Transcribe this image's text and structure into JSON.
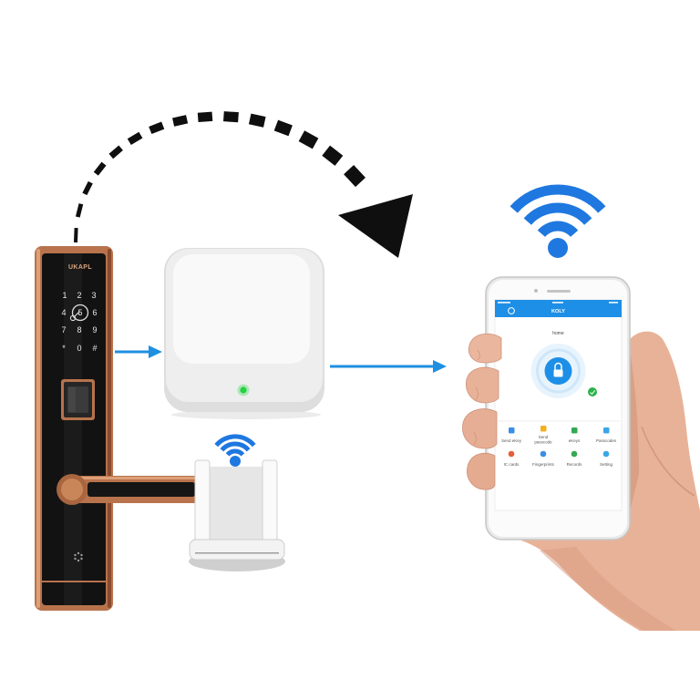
{
  "lock": {
    "brand_logo": "UKAPL",
    "keypad_rows": [
      [
        "1",
        "2",
        "3"
      ],
      [
        "4",
        "5",
        "6"
      ],
      [
        "7",
        "8",
        "9"
      ],
      [
        "*",
        "0",
        "#"
      ]
    ],
    "trim_color": "#b8734c"
  },
  "gateway": {
    "led_color": "#22d340"
  },
  "flow_arrow_color": "#1f8fe0",
  "wifi_color": "#1f78e0",
  "phone_app": {
    "title": "KOLY",
    "lock_name": "home",
    "accent_color": "#1e8fe6",
    "menu": [
      {
        "lines": [
          "Send eKey"
        ],
        "icon": "send-ekey-icon",
        "color": "#3a8ee6"
      },
      {
        "lines": [
          "Send",
          "passcode"
        ],
        "icon": "send-passcode-icon",
        "color": "#f2b01e"
      },
      {
        "lines": [
          "eKeys"
        ],
        "icon": "ekeys-icon",
        "color": "#35a853"
      },
      {
        "lines": [
          "Passcodes"
        ],
        "icon": "passcodes-icon",
        "color": "#3aa6e6"
      },
      {
        "lines": [
          "IC cards"
        ],
        "icon": "ic-cards-icon",
        "color": "#e85d3a"
      },
      {
        "lines": [
          "Fingerprints"
        ],
        "icon": "fingerprints-icon",
        "color": "#3a8ee6"
      },
      {
        "lines": [
          "Records"
        ],
        "icon": "records-icon",
        "color": "#35a853"
      },
      {
        "lines": [
          "Setting"
        ],
        "icon": "setting-icon",
        "color": "#3aa6e6"
      }
    ]
  }
}
